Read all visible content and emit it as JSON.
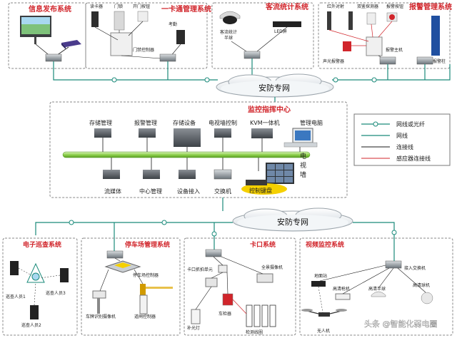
{
  "systems": {
    "info_release": {
      "title": "信息发布系统"
    },
    "access": {
      "title": "一卡通管理系统",
      "reader": "读卡器",
      "door_lock": "门锁",
      "open_button": "开门按钮",
      "door_controller": "门禁控制器",
      "attendance": "考勤"
    },
    "passenger": {
      "title": "客流统计系统",
      "camera": "客流统计\n半球",
      "led": "LED屏"
    },
    "alarm": {
      "title": "报警管理系统",
      "ir": "红外对射",
      "dual": "双鉴探测器",
      "button": "报警按钮",
      "siren": "声光报警器",
      "host": "报警主机",
      "post": "报警柱"
    },
    "center": {
      "title": "监控指挥中心",
      "storage_mgmt": "存储管理",
      "alarm_mgmt": "报警管理",
      "storage_device": "存储设备",
      "wall_ctrl": "电视墙控制",
      "kvm": "KVM一体机",
      "mgmt_pc": "管理电脑",
      "streaming": "流媒体",
      "central_mgmt": "中心管理",
      "device_access": "设备接入",
      "switch": "交换机",
      "keyboard": "控制键盘",
      "tv_wall": "电\n视\n墙"
    },
    "patrol": {
      "title": "电子巡查系统",
      "p1": "巡查人员1",
      "p2": "巡查人员2",
      "p3": "巡查人员3"
    },
    "parking": {
      "title": "停车场管理系统",
      "controller": "停车场控制器",
      "lpr": "车牌识别摄像机",
      "gate": "道闸控制器"
    },
    "checkpoint": {
      "title": "卡口系统",
      "capture_unit": "卡口抓拍单元",
      "panorama": "全景摄像机",
      "fill_light": "补光灯",
      "detector": "车检器",
      "coil": "检测线圈"
    },
    "video": {
      "title": "视频监控系统",
      "ground": "地面站",
      "access_switch": "接入交换机",
      "bullet": "高清枪机",
      "dome_half": "高清半球",
      "dome_ball": "高清球机",
      "drone": "无人机"
    }
  },
  "clouds": {
    "top": "安防专网",
    "bottom": "安防专网"
  },
  "legend": {
    "items": [
      {
        "label": "网线或光纤",
        "color": "#1a8a7a"
      },
      {
        "label": "网线",
        "color": "#1a8a7a"
      },
      {
        "label": "连接线",
        "color": "#1a1a1a"
      },
      {
        "label": "感应器连接线",
        "color": "#d1252b"
      }
    ]
  },
  "watermark": "头条 @智能化弱电圈",
  "colors": {
    "teal": "#1a8a7a",
    "title_red": "#d1252b",
    "bus_green": "#8fd14f",
    "keyboard_yellow": "#f5d000"
  }
}
